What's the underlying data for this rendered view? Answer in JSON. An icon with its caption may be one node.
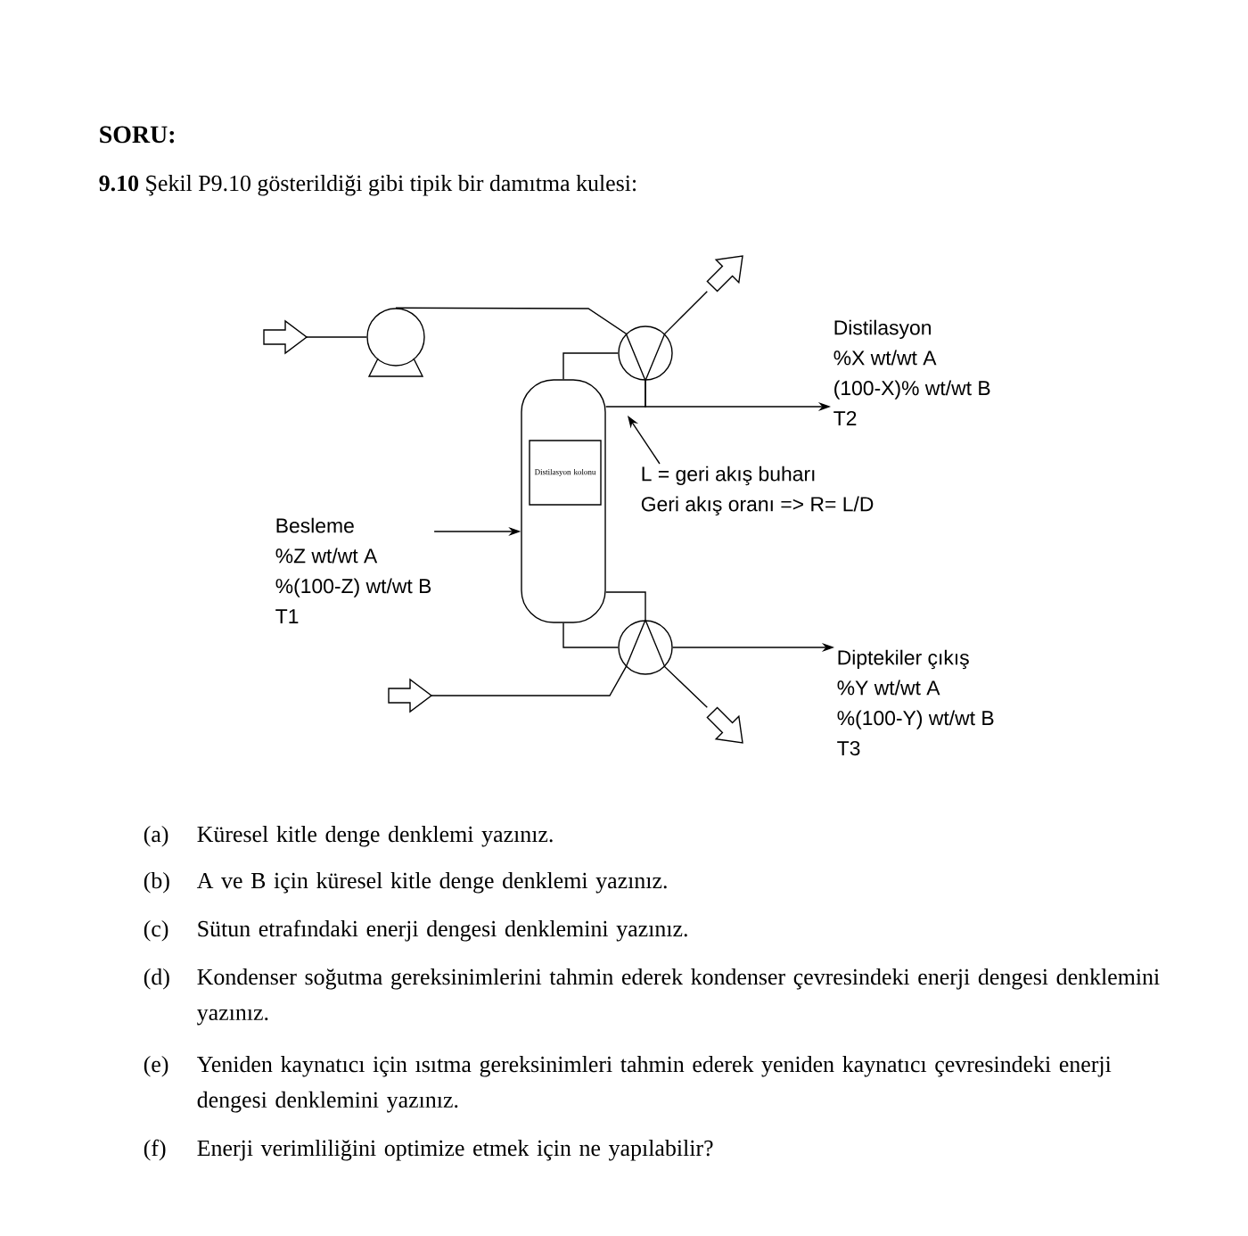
{
  "diagram": {
    "title": "SORU:",
    "nodes": [
      {
        "text": [],
        "shape": "cylinder"
      },
      {
        "text": [
          "Distilasyon kolonu"
        ],
        "in": 0
      },
      {
        "text": [],
        "shape": "circle"
      },
      {
        "text": [],
        "shape": "circle"
      },
      {
        "text": [],
        "shape": "circle"
      },
      {
        "text": [
          "Besleme",
          "%Z wt/wt A",
          "%(100-Z) wt/wt B",
          "T1"
        ]
      },
      {
        "text": [
          "Distilasyon",
          "%X wt/wt A",
          "(100-X)% wt/wt B",
          "T2"
        ]
      },
      {
        "text": [
          "Diptekiler çıkış",
          "%Y wt/wt A",
          "%(100-Y) wt/wt B",
          "T3"
        ]
      },
      {
        "text": [
          "L = geri akış buharı",
          "Geri akış oranı => R= L/D"
        ]
      },
      {
        "text": [],
        "shape": "arrow"
      },
      {
        "text": [],
        "shape": "arrow"
      },
      {
        "text": [],
        "shape": "arrow"
      },
      {
        "text": [],
        "shape": "arrow"
      }
    ],
    "edges": [
      {
        "from": 9,
        "to": 2,
        "arrow": "none"
      },
      {
        "from": 2,
        "to": 3,
        "arrow": "none"
      },
      {
        "from": 3,
        "to": 10,
        "arrow": "none"
      },
      {
        "from": 0,
        "to": 3,
        "arrow": "none"
      },
      {
        "from": 3,
        "to": 6,
        "arrow": "to"
      },
      {
        "from": 3,
        "to": 0,
        "arrow": "none"
      },
      {
        "from": 5,
        "to": 0,
        "arrow": "to"
      },
      {
        "from": 0,
        "to": 4,
        "arrow": "none"
      },
      {
        "from": 4,
        "to": 0,
        "arrow": "none"
      },
      {
        "from": 4,
        "to": 7,
        "arrow": "to"
      },
      {
        "from": 11,
        "to": 4,
        "arrow": "none"
      },
      {
        "from": 4,
        "to": 12,
        "arrow": "none"
      },
      {
        "from": 8,
        "to": null,
        "arrow": "to"
      }
    ],
    "labels": [
      "**9.10** Şekil P9.10 gösterildiği gibi tipik bir damıtma kulesi:",
      "(a)",
      "Küresel kitle denge denklemi yazınız.",
      "(b)",
      "A ve B için küresel kitle denge denklemi yazınız.",
      "(c)",
      "Sütun etrafındaki enerji dengesi denklemini yazınız.",
      "(d)",
      "Kondenser soğutma gereksinimlerini tahmin ederek kondenser çevresindeki enerji dengesi denklemini yazınız.",
      "(e)",
      "Yeniden kaynatıcı için ısıtma gereksinimleri tahmin ederek yeniden kaynatıcı çevresindeki enerji dengesi denklemini yazınız.",
      "(f)",
      "Enerji verimliliğini optimize etmek için ne yapılabilir?"
    ]
  }
}
